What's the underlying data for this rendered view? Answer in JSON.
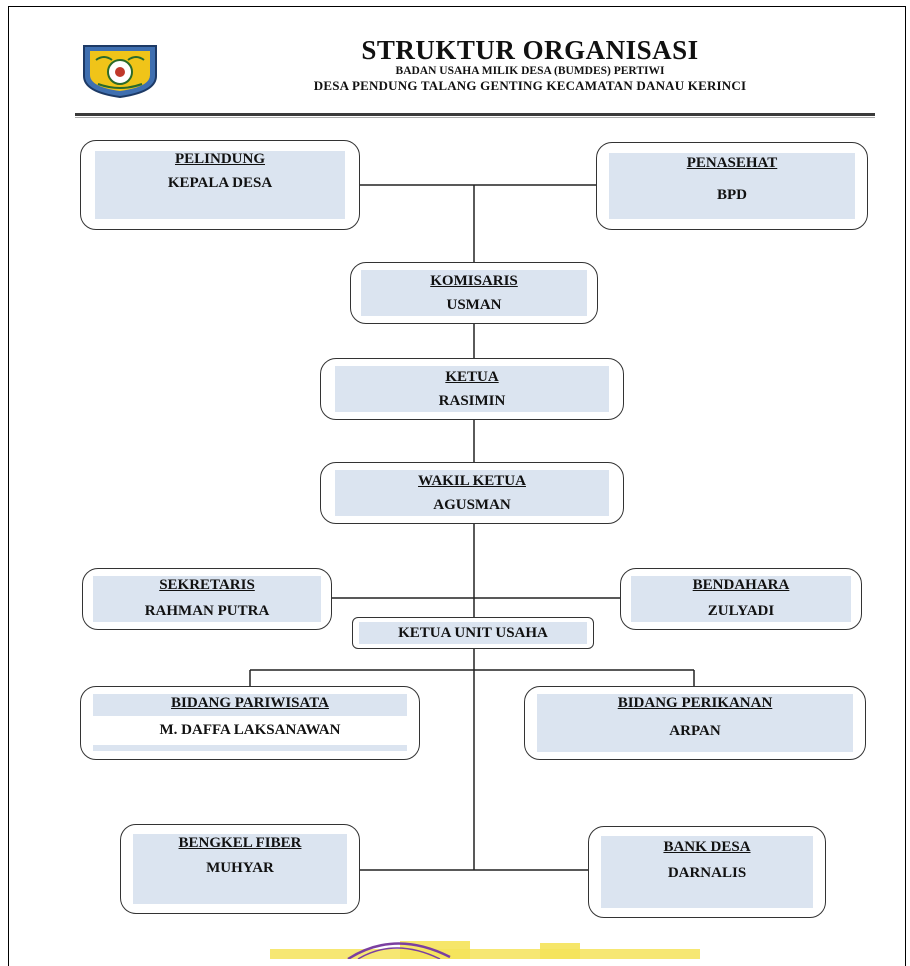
{
  "header": {
    "title": "STRUKTUR ORGANISASI",
    "subtitle": "BADAN USAHA MILIK DESA (BUMDES) PERTIWI",
    "location": "DESA PENDUNG TALANG GENTING KECAMATAN DANAU KERINCI"
  },
  "logo": {
    "icon": "kerinci-regency-emblem-icon"
  },
  "nodes": {
    "pelindung": {
      "role": "PELINDUNG",
      "name": "KEPALA DESA"
    },
    "penasehat": {
      "role": "PENASEHAT",
      "name": "BPD"
    },
    "komisaris": {
      "role": "KOMISARIS",
      "name": "USMAN"
    },
    "ketua": {
      "role": "KETUA",
      "name": "RASIMIN"
    },
    "wakil": {
      "role": "WAKIL KETUA",
      "name": "AGUSMAN"
    },
    "sekretaris": {
      "role": "SEKRETARIS",
      "name": "RAHMAN PUTRA"
    },
    "bendahara": {
      "role": "BENDAHARA",
      "name": "ZULYADI"
    },
    "ketua_unit": {
      "role": "KETUA UNIT USAHA"
    },
    "pariwisata": {
      "role": "BIDANG PARIWISATA",
      "name": "M. DAFFA LAKSANAWAN"
    },
    "perikanan": {
      "role": "BIDANG PERIKANAN",
      "name": "ARPAN"
    },
    "bengkel": {
      "role": "BENGKEL FIBER",
      "name": "MUHYAR"
    },
    "bank": {
      "role": "BANK DESA",
      "name": "DARNALIS"
    }
  },
  "colors": {
    "box_fill": "#dbe4f0",
    "line": "#222222",
    "stamp_yellow": "#f5e35a",
    "stamp_purple": "#7b3fa0"
  }
}
